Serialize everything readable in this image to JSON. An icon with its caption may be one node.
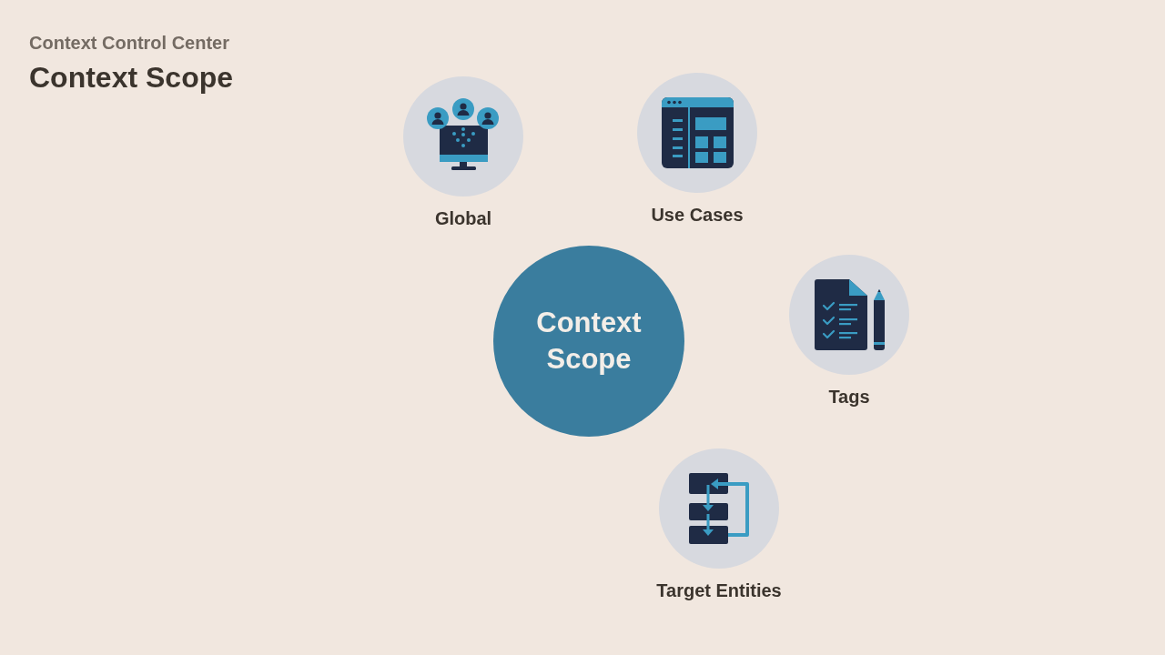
{
  "diagram": {
    "title": "Context Scope",
    "nodes": [
      {
        "text": [
          "Context Scope"
        ]
      },
      {
        "text": [
          "Global"
        ]
      },
      {
        "text": [
          "Use Cases"
        ]
      },
      {
        "text": [
          "Tags"
        ]
      },
      {
        "text": [
          "Target Entities"
        ]
      }
    ],
    "labels": [
      "Context Control Center"
    ]
  }
}
